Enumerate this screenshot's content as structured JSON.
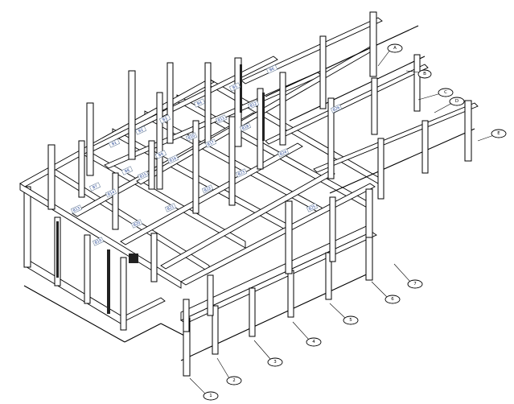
{
  "grid_bubbles": [
    {
      "id": "bubble-1",
      "label": "1"
    },
    {
      "id": "bubble-2",
      "label": "2"
    },
    {
      "id": "bubble-3",
      "label": "3"
    },
    {
      "id": "bubble-4",
      "label": "4"
    },
    {
      "id": "bubble-5",
      "label": "5"
    },
    {
      "id": "bubble-6",
      "label": "6"
    },
    {
      "id": "bubble-7",
      "label": "7"
    },
    {
      "id": "bubble-a",
      "label": "A"
    },
    {
      "id": "bubble-b",
      "label": "B"
    },
    {
      "id": "bubble-c",
      "label": "C"
    },
    {
      "id": "bubble-d",
      "label": "D"
    },
    {
      "id": "bubble-e",
      "label": "E"
    }
  ],
  "member_tags": [
    "B1",
    "B2",
    "B3",
    "B4",
    "B5",
    "B6",
    "B7",
    "B8",
    "B9",
    "B10",
    "B11",
    "B12",
    "B13",
    "B14",
    "B15",
    "B16",
    "B17",
    "B18",
    "B19",
    "B20",
    "B21",
    "B22",
    "B23",
    "B24",
    "B25",
    "B26"
  ]
}
